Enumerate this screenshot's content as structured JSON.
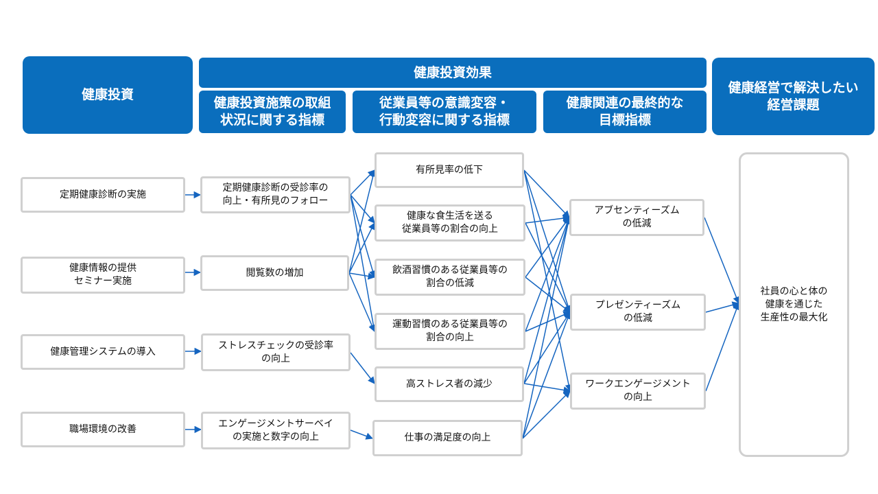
{
  "header": {
    "investment": "健康投資",
    "effect": "健康投資効果",
    "col2": "健康投資施策の取組\n状況に関する指標",
    "col3": "従業員等の意識変容・\n行動変容に関する指標",
    "col4": "健康関連の最終的な\n目標指標",
    "col5": "健康経営で解決したい\n経営課題"
  },
  "investments": [
    "定期健康診断の実施",
    "健康情報の提供\nセミナー実施",
    "健康管理システムの導入",
    "職場環境の改善"
  ],
  "initiative_indicators": [
    "定期健康診断の受診率の\n向上・有所見のフォロー",
    "閲覧数の増加",
    "ストレスチェックの受診率\nの向上",
    "エンゲージメントサーベイ\nの実施と数字の向上"
  ],
  "behavior_indicators": [
    "有所見率の低下",
    "健康な食生活を送る\n従業員等の割合の向上",
    "飲酒習慣のある従業員等の\n割合の低減",
    "運動習慣のある従業員等の\n割合の向上",
    "高ストレス者の減少",
    "仕事の満足度の向上"
  ],
  "final_indicators": [
    "アブセンティーズム\nの低減",
    "プレゼンティーズム\nの低減",
    "ワークエンゲージメント\nの向上"
  ],
  "management_issue": "社員の心と体の\n健康を通じた\n生産性の最大化",
  "colors": {
    "header": "#0A6EBD",
    "arrow": "#1565C0",
    "border": "#D0D0D0"
  }
}
